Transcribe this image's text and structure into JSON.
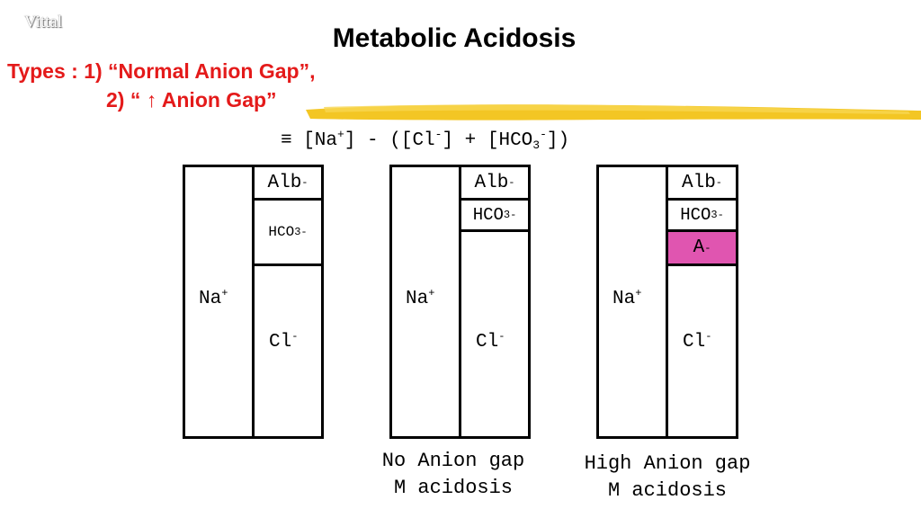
{
  "slide": {
    "author": "Vittal",
    "title": "Metabolic Acidosis",
    "types_line1": "Types : 1) “Normal Anion Gap”,",
    "types_line2": "2) “ ↑  Anion Gap”"
  },
  "formula": {
    "prefix": "≡ [Na",
    "na_sup": "+",
    "mid1": "] - ([Cl",
    "cl_sup": "-",
    "mid2": "] + [HCO",
    "hco3_sub": "3",
    "hco3_sup": "-",
    "end": "])"
  },
  "ions": {
    "alb": "Alb",
    "hco3": "HCO",
    "hco3_sub": "3",
    "cl": "Cl",
    "na": "Na",
    "a": "A",
    "minus": "-",
    "plus": "+"
  },
  "captions": {
    "no_gap_line1": "No Anion gap",
    "no_gap_line2": "M acidosis",
    "high_gap_line1": "High Anion gap",
    "high_gap_line2": "M acidosis"
  },
  "colors": {
    "title_red": "#e41a1a",
    "swash_yellow": "#f2c318",
    "unmeasured_anion": "#e055b0"
  }
}
